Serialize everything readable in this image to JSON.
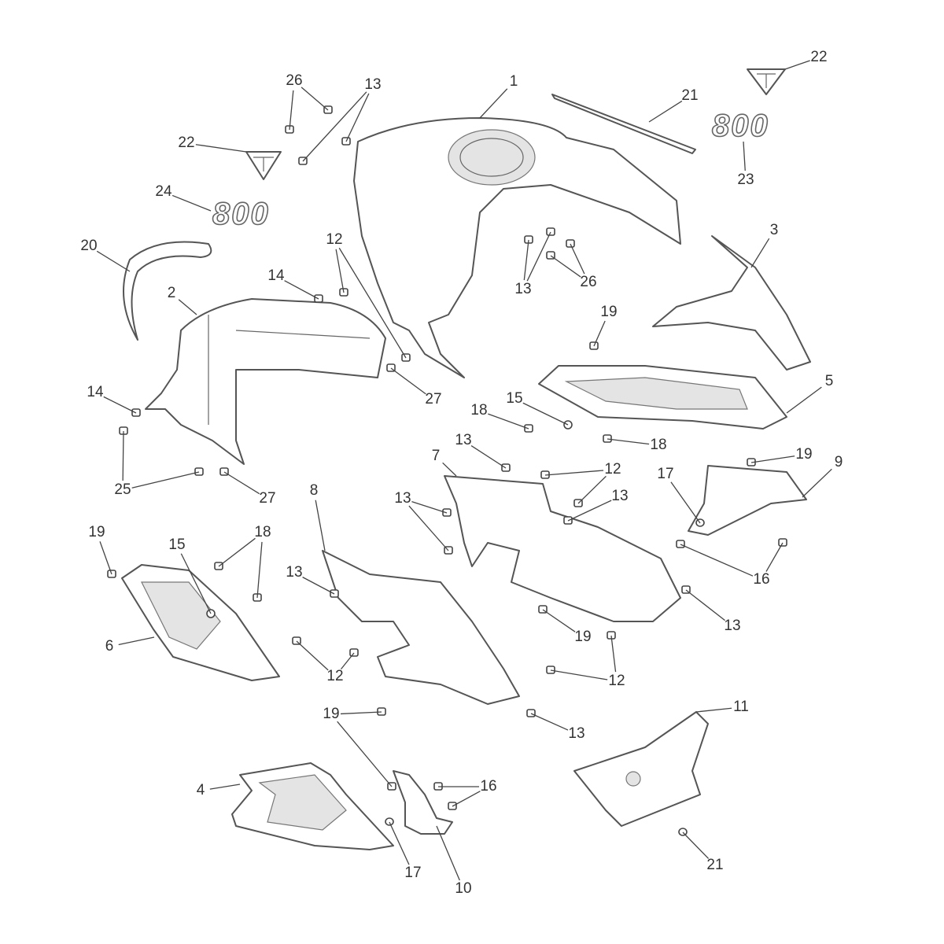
{
  "diagram": {
    "type": "exploded parts diagram",
    "logo_text": "800",
    "callouts": [
      "1",
      "21",
      "22",
      "23",
      "26",
      "13",
      "22",
      "24",
      "20",
      "12",
      "14",
      "2",
      "3",
      "13",
      "26",
      "19",
      "14",
      "27",
      "5",
      "15",
      "18",
      "18",
      "13",
      "19",
      "9",
      "25",
      "27",
      "7",
      "12",
      "17",
      "13",
      "13",
      "8",
      "19",
      "18",
      "15",
      "13",
      "16",
      "6",
      "19",
      "13",
      "12",
      "12",
      "19",
      "11",
      "13",
      "16",
      "4",
      "17",
      "10",
      "21"
    ]
  }
}
